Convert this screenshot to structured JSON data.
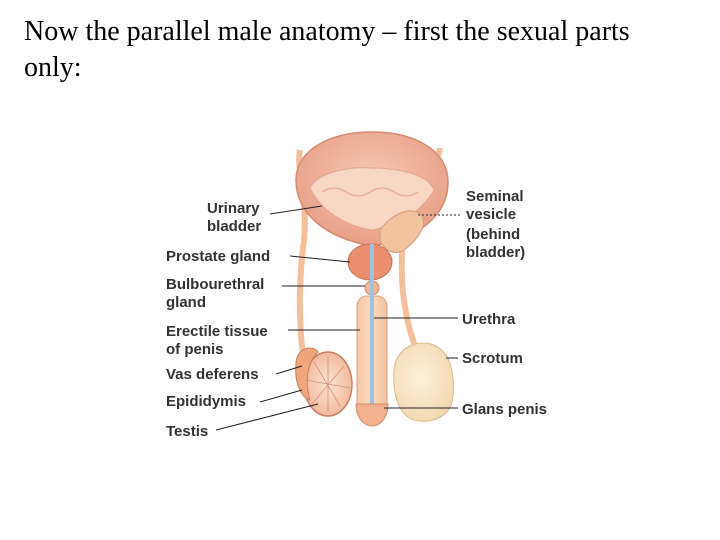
{
  "slide": {
    "title": "Now the parallel male anatomy – first the sexual parts only:"
  },
  "diagram": {
    "labels_left": [
      {
        "line1": "Urinary",
        "line2": "bladder"
      },
      {
        "line1": "Prostate gland",
        "line2": ""
      },
      {
        "line1": "Bulbourethral",
        "line2": "gland"
      },
      {
        "line1": "Erectile tissue",
        "line2": "of penis"
      },
      {
        "line1": "Vas deferens",
        "line2": ""
      },
      {
        "line1": "Epididymis",
        "line2": ""
      },
      {
        "line1": "Testis",
        "line2": ""
      }
    ],
    "labels_right": [
      {
        "line1": "Seminal",
        "line2": "vesicle",
        "line3": "(behind",
        "line4": " bladder)"
      },
      {
        "line1": "Urethra"
      },
      {
        "line1": "Scrotum"
      },
      {
        "line1": "Glans penis"
      }
    ]
  }
}
